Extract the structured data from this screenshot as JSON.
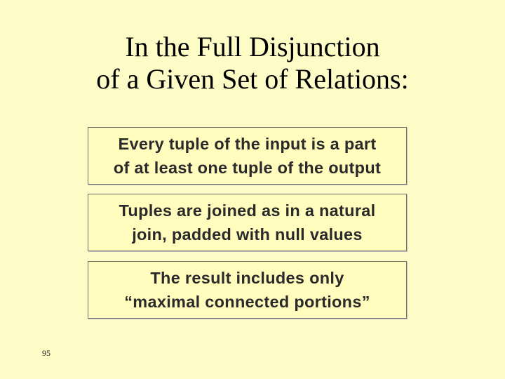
{
  "slide": {
    "title_lines": [
      "In the Full Disjunction",
      "of a Given Set of Relations:"
    ],
    "boxes": [
      {
        "lines": [
          "Every tuple of the input is a part",
          "of at least one tuple of the output"
        ]
      },
      {
        "lines": [
          "Tuples are joined as in a natural",
          "join, padded with null values"
        ]
      },
      {
        "lines": [
          "The result includes only",
          "“maximal connected portions”"
        ]
      }
    ],
    "page_number": "95",
    "colors": {
      "background": "#fdfbc6",
      "box_fill": "#fffcbd",
      "box_border": "#6f6f6f",
      "text": "#2a2a2a"
    }
  }
}
